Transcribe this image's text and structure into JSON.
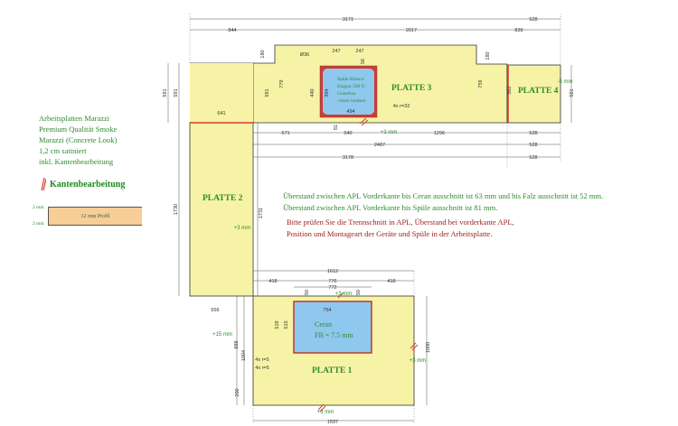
{
  "legend": {
    "lines": [
      "Arbeitsplatten Marazzi",
      "Premium Qualität Smoke",
      "Marazzi (Concrete Look)",
      "1,2 cm satiniert",
      "inkl. Kantenbearbeitung"
    ],
    "edge_label": "Kantenbearbeitung",
    "profile_label": "12 mm Profil",
    "profile_top": "2 mm",
    "profile_bottom": "2 mm"
  },
  "notes": {
    "green": [
      "Überstand zwischen APL Vorderkante bis Ceran ausschnitt ist 63 mm und bis Falz ausschnitt ist 52 mm.",
      "Überstand zwischen APL Vorderkante bis Spüle ausschnitt ist 81 mm."
    ],
    "red": [
      "Bitte prüfen Sie die Trennschnitt in APL, Überstand bei vorderkante APL,",
      "Position und Montageart der Geräte und Spüle in der Arbeitsplatte."
    ]
  },
  "plates": {
    "p1": "PLATTE 1",
    "p2": "PLATTE 2",
    "p3": "PLATTE 3",
    "p4": "PLATTE 4"
  },
  "sink": [
    "Spüle Blanco",
    "Etagon 500 U",
    "Unterbau",
    "-3mm rundum"
  ],
  "ceran": [
    "Ceran",
    "FB = 7.5 mm"
  ],
  "dims": [
    "3171",
    "528",
    "844",
    "2017",
    "839",
    "Ø36",
    "247",
    "247",
    "56",
    "180",
    "180",
    "591",
    "591",
    "591",
    "779",
    "440",
    "394",
    "759",
    "562",
    "561",
    "-5 mm",
    "641",
    "671",
    "81",
    "540",
    "4x r=32",
    "494",
    "+3 mm",
    "1296",
    "528",
    "528",
    "528",
    "2487",
    "3178",
    "1730",
    "1731",
    "+3 mm",
    "1612",
    "418",
    "776",
    "418",
    "772",
    "50",
    "50",
    "+3 mm",
    "656",
    "754",
    "519",
    "515",
    "+15 mm",
    "888",
    "1004",
    "4x r=5",
    "4x r=5",
    "1000",
    "+3 mm",
    "200",
    "+3 mm",
    "1597"
  ],
  "colors": {
    "plate": "#f7f3a6",
    "cutout": "#8ec8ef",
    "edge": "#d8382c",
    "dim_text": "#333333",
    "green": "#2e8b2e",
    "red_text": "#9b1b1b"
  }
}
